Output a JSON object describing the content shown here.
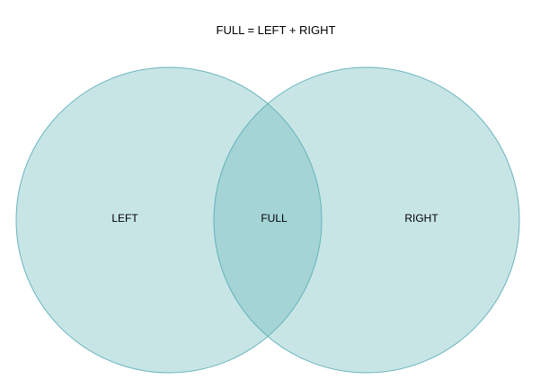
{
  "title": "FULL = LEFT + RIGHT",
  "diagram": {
    "type": "venn",
    "sets": [
      {
        "label": "LEFT"
      },
      {
        "label": "RIGHT"
      }
    ],
    "intersection_label": "FULL",
    "colors": {
      "circle_fill": "#62b5b8",
      "circle_fill_opacity": "0.35",
      "circle_stroke": "#55a9b3",
      "overlap_effective": "#a8d5d9",
      "single_effective": "#c8e5e6",
      "text": "#000000",
      "background": "#ffffff"
    }
  }
}
